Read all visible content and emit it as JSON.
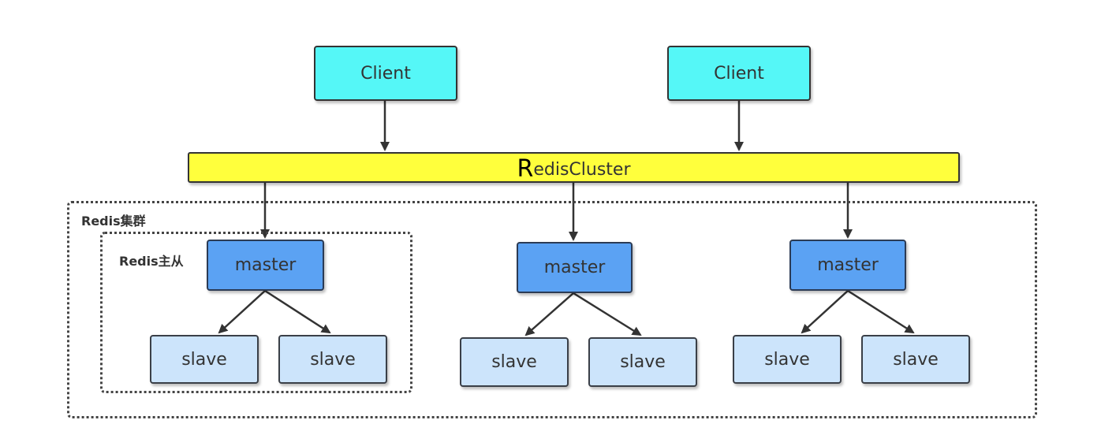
{
  "clients": [
    {
      "label": "Client"
    },
    {
      "label": "Client"
    }
  ],
  "cluster_bar": {
    "label_first": "R",
    "label_rest": "edisCluster"
  },
  "groups": {
    "cluster_label": "Redis集群",
    "replication_label": "Redis主从"
  },
  "shards": [
    {
      "master": "master",
      "slaves": [
        "slave",
        "slave"
      ]
    },
    {
      "master": "master",
      "slaves": [
        "slave",
        "slave"
      ]
    },
    {
      "master": "master",
      "slaves": [
        "slave",
        "slave"
      ]
    }
  ],
  "colors": {
    "client": "#55f7f7",
    "cluster_bar": "#ffff3c",
    "master": "#5ba2f3",
    "slave": "#cce4fb",
    "arrow": "#333333"
  }
}
